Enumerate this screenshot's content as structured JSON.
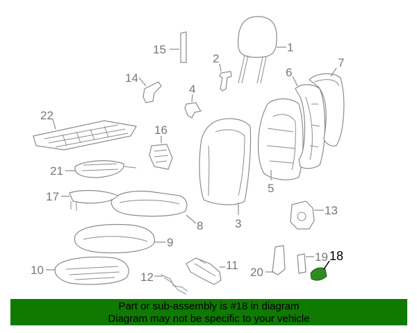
{
  "callouts": {
    "c1": "1",
    "c2": "2",
    "c3": "3",
    "c4": "4",
    "c5": "5",
    "c6": "6",
    "c7": "7",
    "c8": "8",
    "c9": "9",
    "c10": "10",
    "c11": "11",
    "c12": "12",
    "c13": "13",
    "c14": "14",
    "c15": "15",
    "c16": "16",
    "c17": "17",
    "c19": "19",
    "c20": "20",
    "c21": "21",
    "c22": "22",
    "c18": "18"
  },
  "highlight": {
    "part_number": "18",
    "color": "#2e8b1e"
  },
  "banner": {
    "line1": "Part or sub-assembly is #18 in diagram",
    "line2": "Diagram may not be specific to your vehicle",
    "background": "#0f7a00"
  }
}
